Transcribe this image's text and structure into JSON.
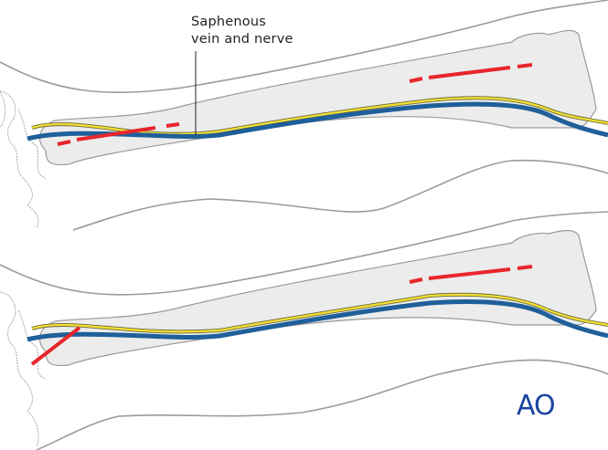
{
  "annotation": {
    "line1": "Saphenous",
    "line2": "vein and nerve"
  },
  "logo": {
    "text": "AO",
    "color": "#1a44a0"
  },
  "colors": {
    "incision": "#e8262b",
    "nerve": "#f5e033",
    "vein": "#1f5f9a",
    "bone_fill": "#ebeceb",
    "outline": "#9a9a9a"
  },
  "panels": [
    {
      "name": "top",
      "incision": "dashed-long-medial"
    },
    {
      "name": "bottom",
      "incision": "oblique-proximal"
    }
  ]
}
